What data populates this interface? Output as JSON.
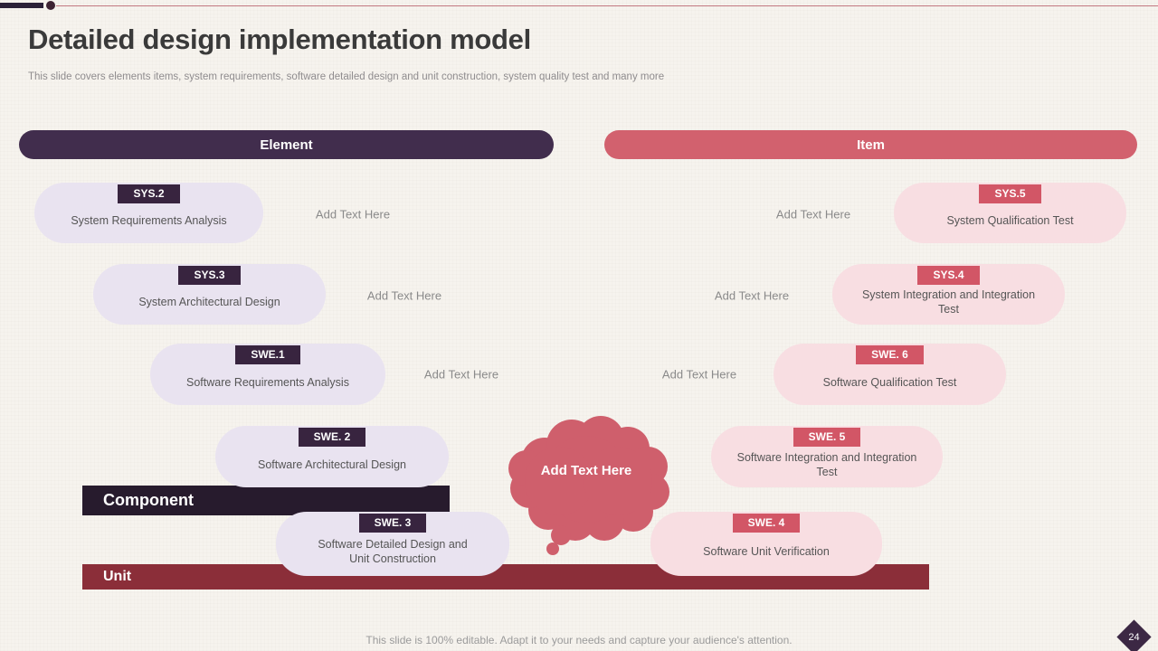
{
  "slide": {
    "title": "Detailed design implementation model",
    "subtitle": "This slide covers elements items, system requirements, software detailed design and unit construction, system quality test and many more",
    "footer": "This slide is 100% editable. Adapt it to your needs and capture your audience's attention.",
    "page_number": "24"
  },
  "headers": {
    "left": "Element",
    "right": "Item"
  },
  "left_nodes": [
    {
      "tag": "SYS.2",
      "label": "System Requirements Analysis"
    },
    {
      "tag": "SYS.3",
      "label": "System Architectural Design"
    },
    {
      "tag": "SWE.1",
      "label": "Software Requirements Analysis"
    },
    {
      "tag": "SWE. 2",
      "label": "Software Architectural Design"
    },
    {
      "tag": "SWE. 3",
      "label": "Software Detailed Design and Unit Construction"
    }
  ],
  "right_nodes": [
    {
      "tag": "SYS.5",
      "label": "System Qualification Test"
    },
    {
      "tag": "SYS.4",
      "label": "System Integration and Integration Test"
    },
    {
      "tag": "SWE. 6",
      "label": "Software Qualification Test"
    },
    {
      "tag": "SWE. 5",
      "label": "Software Integration and Integration Test"
    },
    {
      "tag": "SWE. 4",
      "label": "Software Unit Verification"
    }
  ],
  "placeholders": {
    "add_text": "Add Text Here"
  },
  "bands": {
    "component": "Component",
    "unit": "Unit"
  },
  "cloud": {
    "label": "Add Text Here"
  },
  "colors": {
    "background": "#f6f3ee",
    "dark_purple": "#412d4d",
    "darker_purple_band": "#271b2d",
    "tag_purple": "#38243f",
    "lavender_node": "#e9e3f0",
    "pink_node": "#f8dee2",
    "red_pink": "#d2616e",
    "tag_red": "#d25666",
    "maroon_band": "#8b2e39",
    "accent_line": "#c47a82"
  }
}
